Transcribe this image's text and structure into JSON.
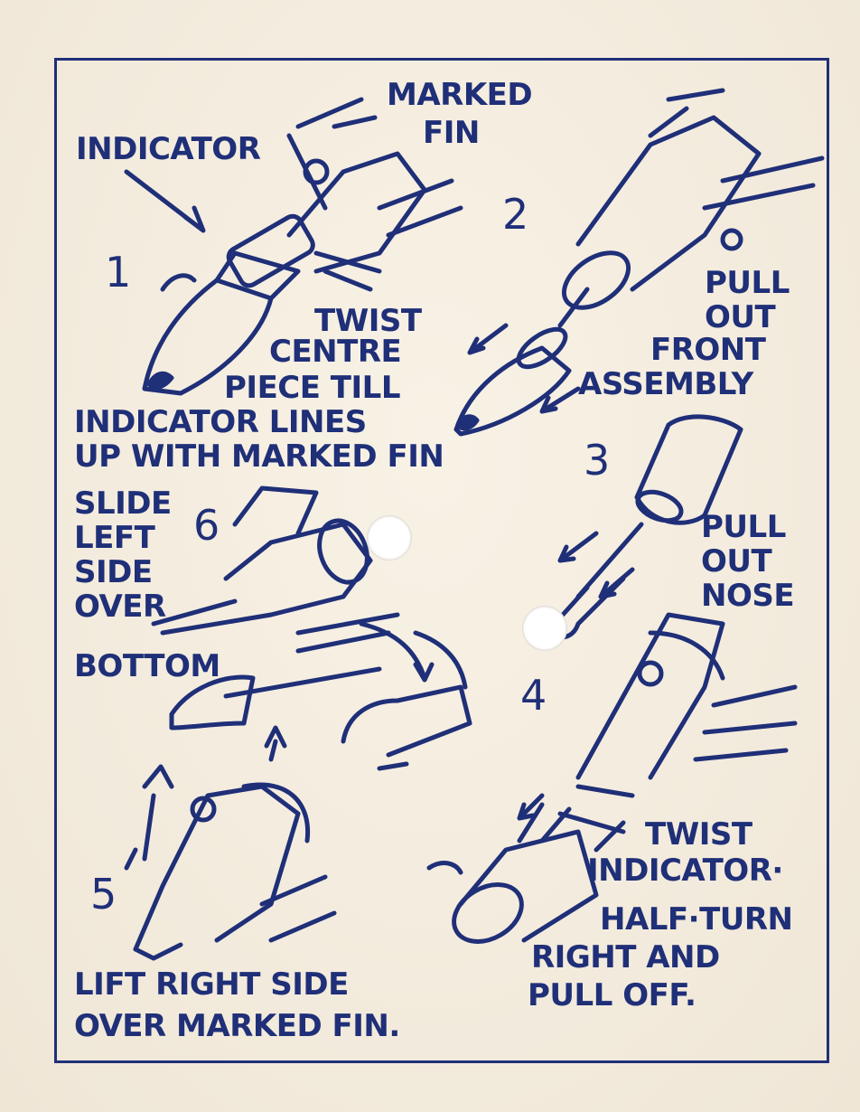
{
  "colors": {
    "ink": "#1f2f78",
    "card": "#f3ece0"
  },
  "steps": [
    {
      "number": "1",
      "labels": [
        "MARKED",
        "FIN",
        "INDICATOR",
        "TWIST",
        "CENTRE",
        "PIECE TILL",
        "INDICATOR LINES",
        "UP WITH MARKED FIN"
      ]
    },
    {
      "number": "2",
      "labels": [
        "PULL",
        "OUT",
        "FRONT",
        "ASSEMBLY"
      ]
    },
    {
      "number": "3",
      "labels": [
        "PULL",
        "OUT",
        "NOSE"
      ]
    },
    {
      "number": "4",
      "labels": [
        "TWIST",
        "INDICATOR·",
        "HALF·TURN",
        "RIGHT AND",
        "PULL OFF."
      ]
    },
    {
      "number": "5",
      "labels": [
        "LIFT RIGHT SIDE",
        "OVER MARKED FIN."
      ]
    },
    {
      "number": "6",
      "labels": [
        "SLIDE",
        "LEFT",
        "SIDE",
        "OVER",
        "BOTTOM"
      ]
    }
  ]
}
